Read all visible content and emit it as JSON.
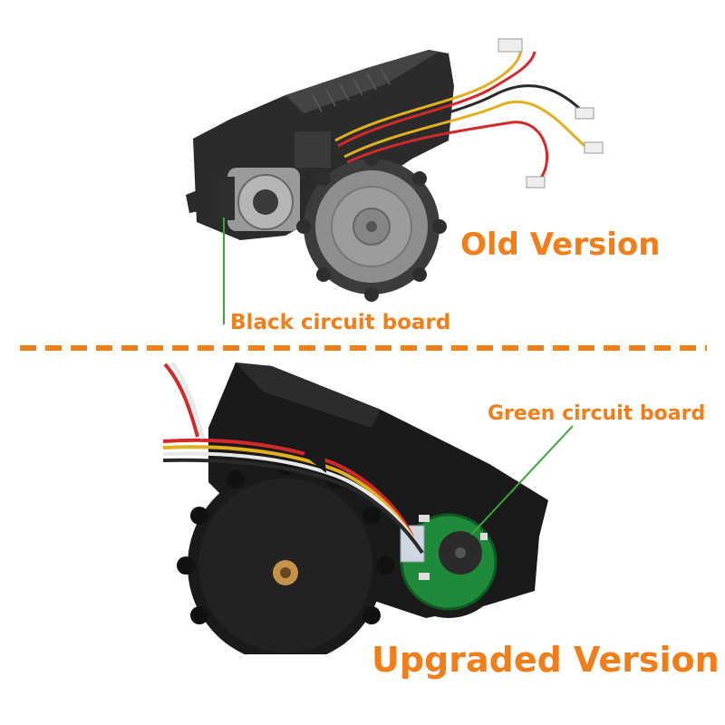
{
  "labels": {
    "old_version": "Old Version",
    "upgraded_version": "Upgraded Version",
    "black_board": "Black circuit board",
    "green_board": "Green circuit board"
  },
  "colors": {
    "label_text": "#f07e1a",
    "divider": "#f07e1a",
    "leader_line": "#3aa63a",
    "old_housing": "#2b2b2b",
    "old_wheel_hub": "#8e8e8e",
    "new_housing": "#1a1a1a",
    "board_black": "#2e2e2e",
    "board_green": "#1f8a3a",
    "hub_brass": "#c8914a",
    "wire_red": "#d22a2a",
    "wire_yellow": "#e0b020",
    "wire_white": "#e8e8e8"
  },
  "icons": {
    "old_module": "old-wheel-module-photo",
    "new_module": "upgraded-wheel-module-photo"
  }
}
